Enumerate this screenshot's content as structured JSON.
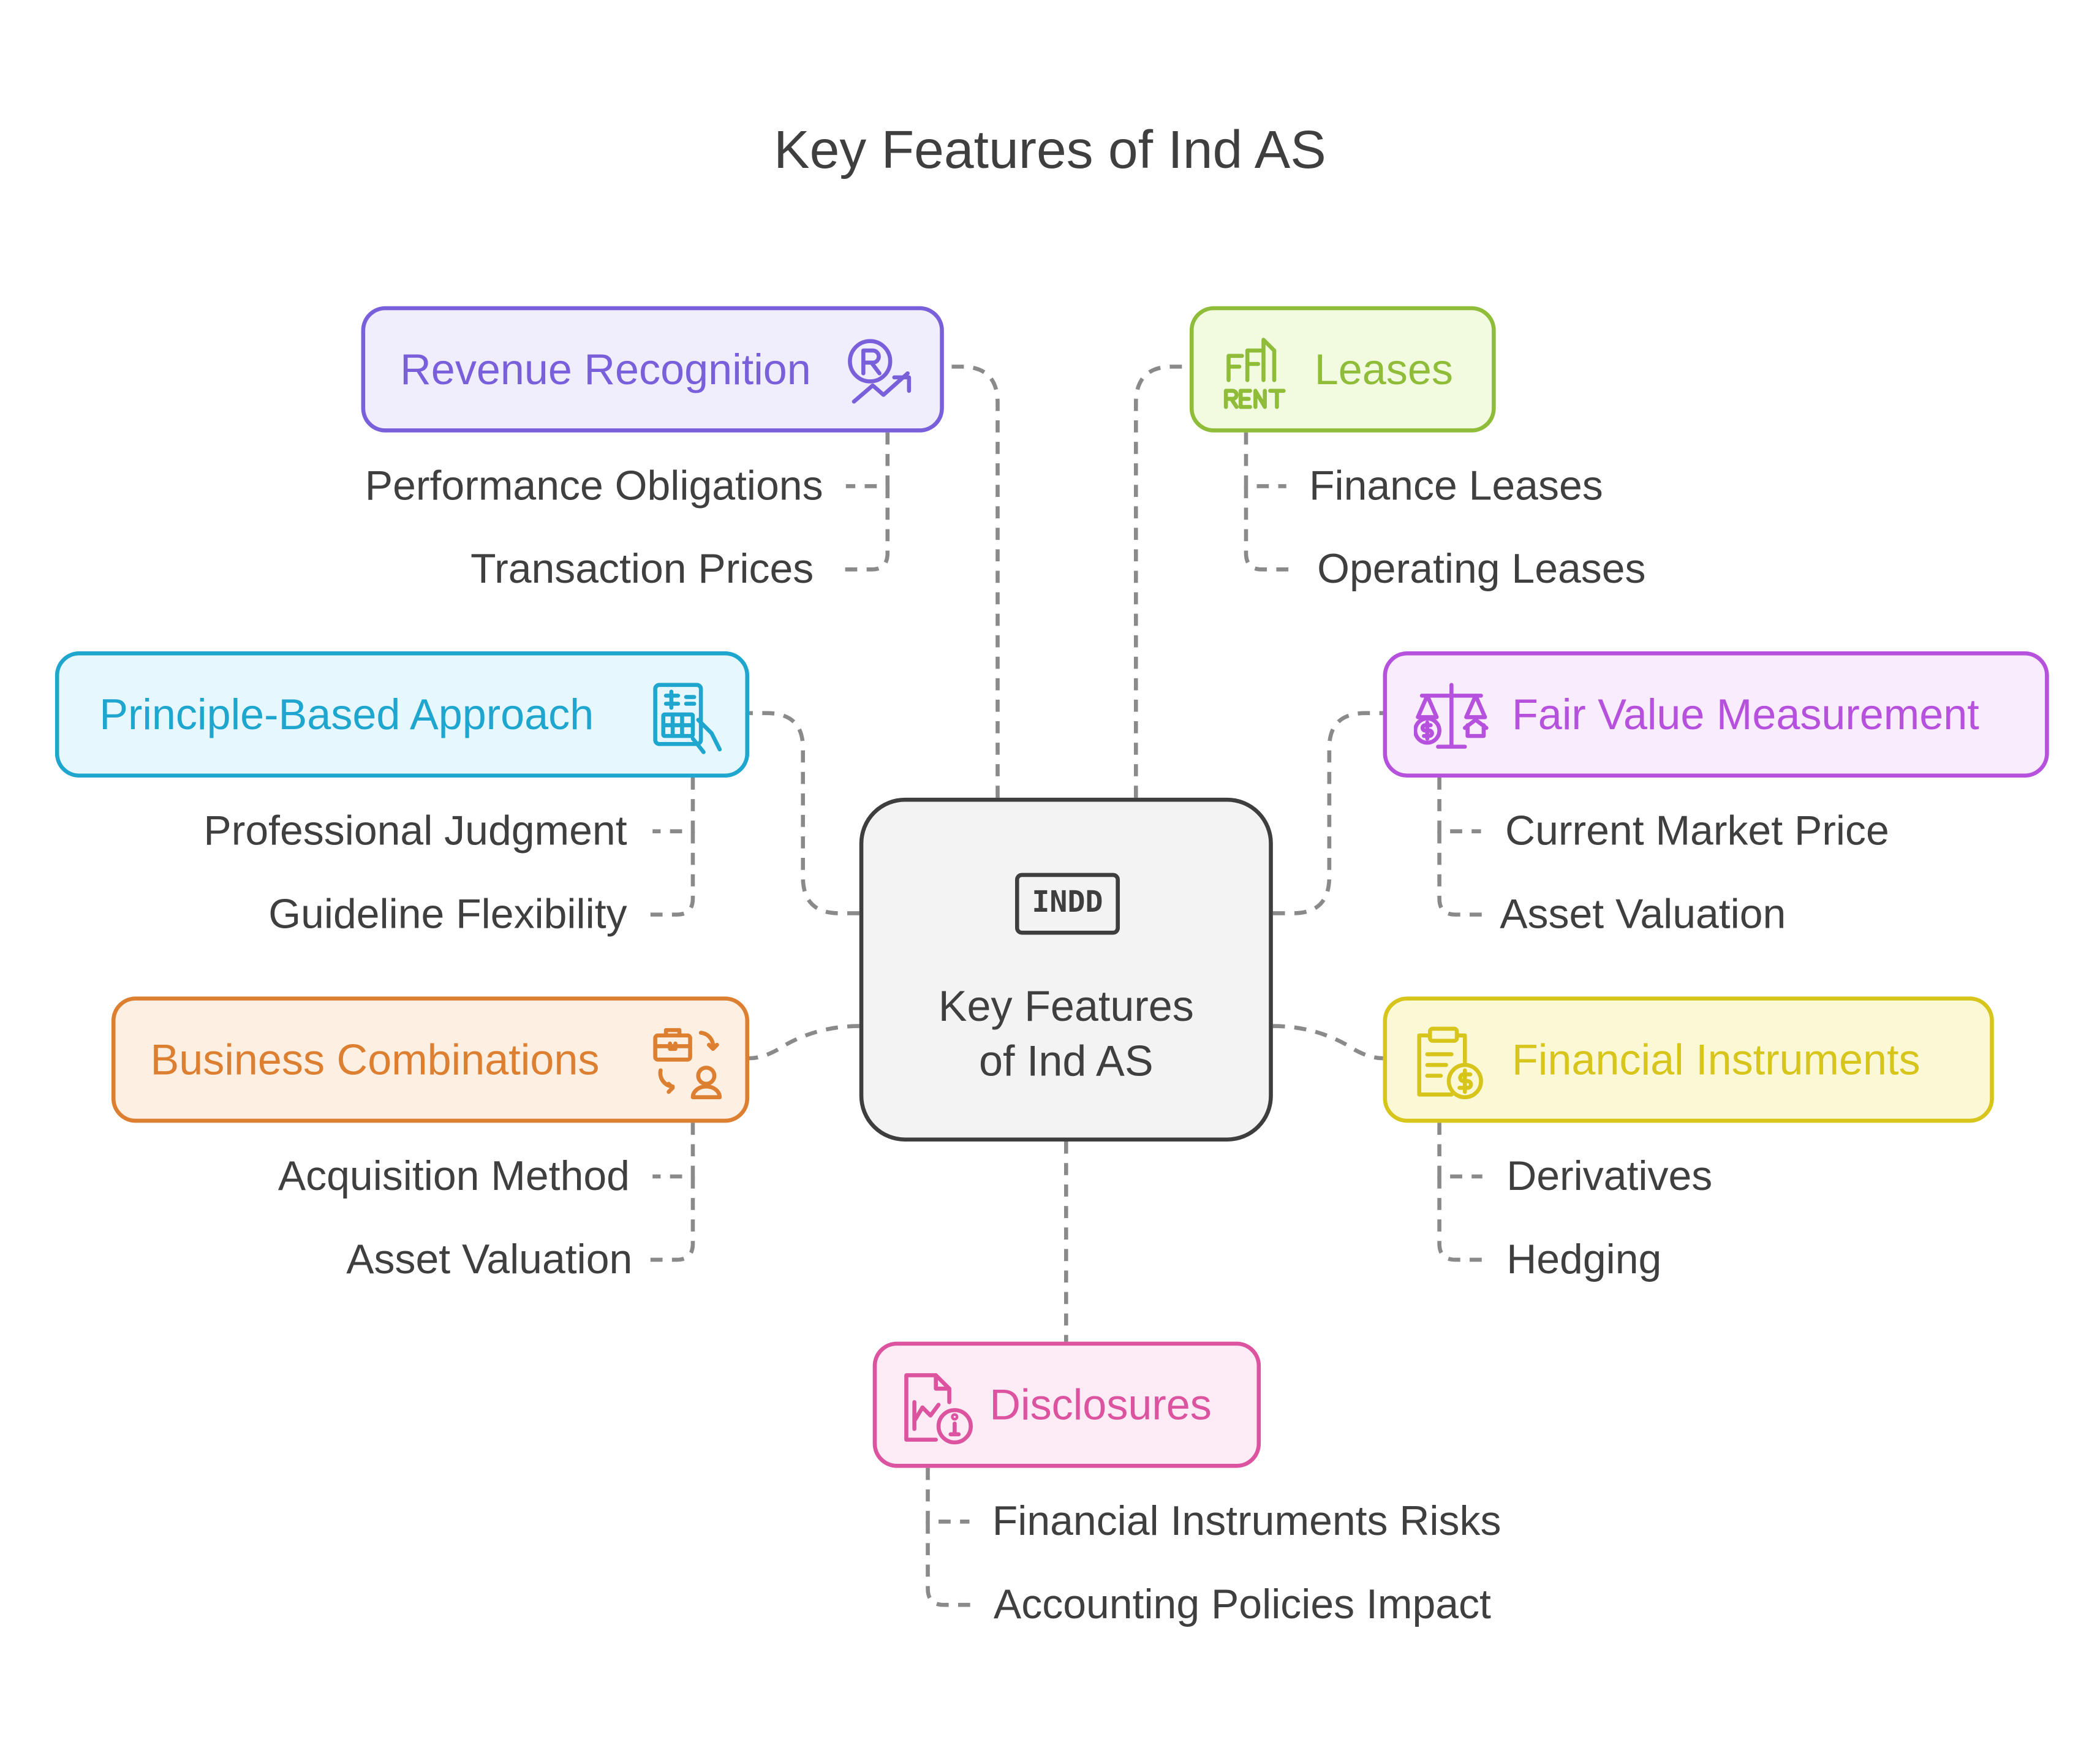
{
  "title": "Key Features of Ind AS",
  "center": {
    "label_line1": "Key Features",
    "label_line2": "of Ind AS",
    "icon_text": "INDD",
    "icon": "indd-file-icon"
  },
  "features": [
    {
      "label": "Revenue Recognition",
      "icon": "rupee-growth-icon",
      "color": "#7a5fdb",
      "fill": "#f0eefc",
      "items": [
        "Performance Obligations",
        "Transaction Prices"
      ]
    },
    {
      "label": "Leases",
      "icon": "rent-building-icon",
      "color": "#8fbd3a",
      "fill": "#f2fbe0",
      "items": [
        "Finance Leases",
        "Operating Leases"
      ]
    },
    {
      "label": "Principle-Based Approach",
      "icon": "calculator-hand-icon",
      "color": "#1fa6cf",
      "fill": "#e6f7fd",
      "items": [
        "Professional Judgment",
        "Guideline Flexibility"
      ]
    },
    {
      "label": "Fair Value Measurement",
      "icon": "balance-scale-icon",
      "color": "#b651de",
      "fill": "#f9ecfd",
      "items": [
        "Current Market Price",
        "Asset Valuation"
      ]
    },
    {
      "label": "Business Combinations",
      "icon": "briefcase-exchange-icon",
      "color": "#dd7f31",
      "fill": "#fdefe2",
      "items": [
        "Acquisition Method",
        "Asset Valuation"
      ]
    },
    {
      "label": "Financial Instruments",
      "icon": "clipboard-dollar-icon",
      "color": "#d8c51c",
      "fill": "#fbf8d6",
      "items": [
        "Derivatives",
        "Hedging"
      ]
    },
    {
      "label": "Disclosures",
      "icon": "report-info-icon",
      "color": "#dc539f",
      "fill": "#fdebf5",
      "items": [
        "Financial Instruments Risks",
        "Accounting Policies Impact"
      ]
    }
  ],
  "connector_color": "#8a8a8a"
}
